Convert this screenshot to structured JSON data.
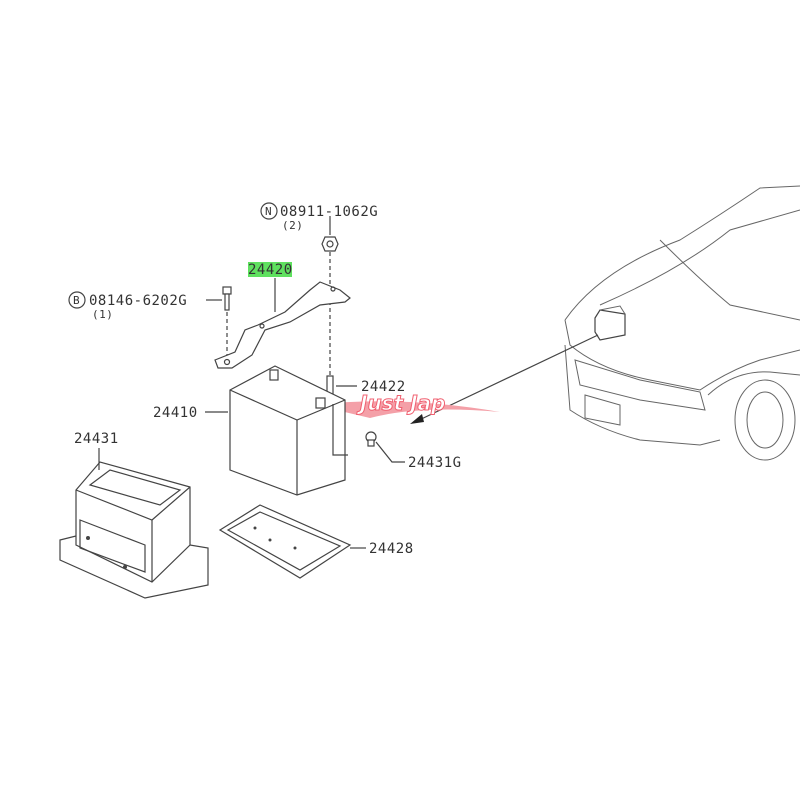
{
  "diagram": {
    "parts": [
      {
        "id": "nut",
        "number": "08911-1062G",
        "prefix": "N",
        "qty": "(2)"
      },
      {
        "id": "bolt",
        "number": "08146-6202G",
        "prefix": "B",
        "qty": "(1)"
      },
      {
        "id": "frame",
        "number": "24420",
        "highlighted": true
      },
      {
        "id": "rod",
        "number": "24422"
      },
      {
        "id": "battery",
        "number": "24410"
      },
      {
        "id": "cover",
        "number": "24431"
      },
      {
        "id": "clip",
        "number": "24431G"
      },
      {
        "id": "tray",
        "number": "24428"
      }
    ],
    "highlight_color": "#5fe05f",
    "watermark": "Just Jap",
    "watermark_color": "#f06070"
  }
}
